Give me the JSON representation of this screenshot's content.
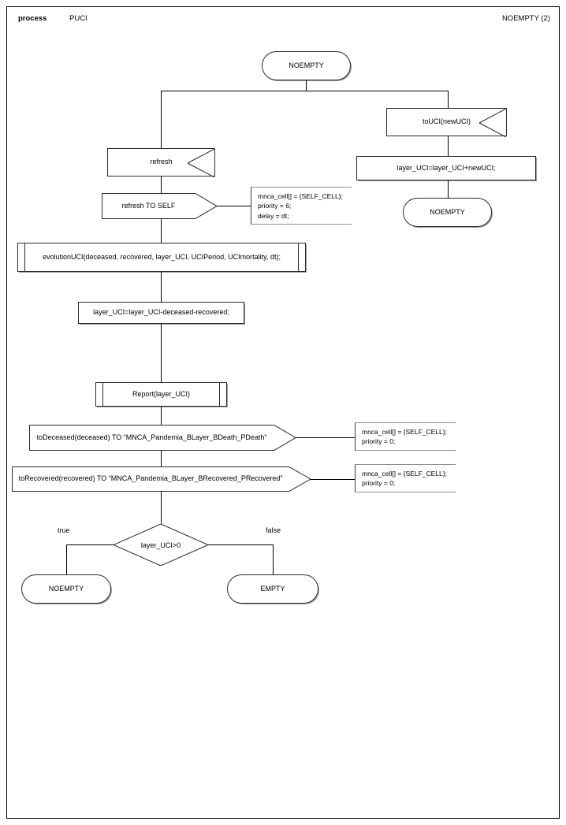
{
  "header": {
    "kind_label": "process",
    "process_name": "PUCI",
    "page_ref": "NOEMPTY (2)"
  },
  "diagram": {
    "type": "sdl-process-flowchart",
    "start_state": {
      "label": "NOEMPTY"
    },
    "left_branch": {
      "input": {
        "label": "refresh"
      },
      "output": {
        "label": "refresh TO SELF"
      },
      "output_comment": [
        "mnca_cell[] = {SELF_CELL};",
        "priority = 6;",
        "delay = dt;"
      ],
      "procedure_call": {
        "label": "evolutionUCI(deceased, recovered, layer_UCI, UCIPeriod, UCImortality, dt);"
      },
      "task": {
        "label": "layer_UCI=layer_UCI-deceased-recovered;"
      },
      "report_call": {
        "label": "Report(layer_UCI)"
      },
      "output_deceased": {
        "label": "toDeceased(deceased) TO “MNCA_Pandemia_BLayer_BDeath_PDeath”",
        "comment": [
          "mnca_cell[] = {SELF_CELL};",
          "priority = 0;"
        ]
      },
      "output_recovered": {
        "label": "toRecovered(recovered) TO “MNCA_Pandemia_BLayer_BRecovered_PRecovered”",
        "comment": [
          "mnca_cell[] = {SELF_CELL};",
          "priority = 0;"
        ]
      },
      "decision": {
        "condition": "layer_UCI>0",
        "true_label": "true",
        "false_label": "false",
        "true_state": "NOEMPTY",
        "false_state": "EMPTY"
      }
    },
    "right_branch": {
      "input": {
        "label": "toUCI(newUCI)"
      },
      "task": {
        "label": "layer_UCI=layer_UCI+newUCI;"
      },
      "end_state": {
        "label": "NOEMPTY"
      }
    }
  },
  "colors": {
    "stroke": "#2b2b2b",
    "shadow": "#9a9a9a",
    "line": "#000000",
    "comment_rule": "#8f8f8f",
    "background": "#ffffff"
  }
}
